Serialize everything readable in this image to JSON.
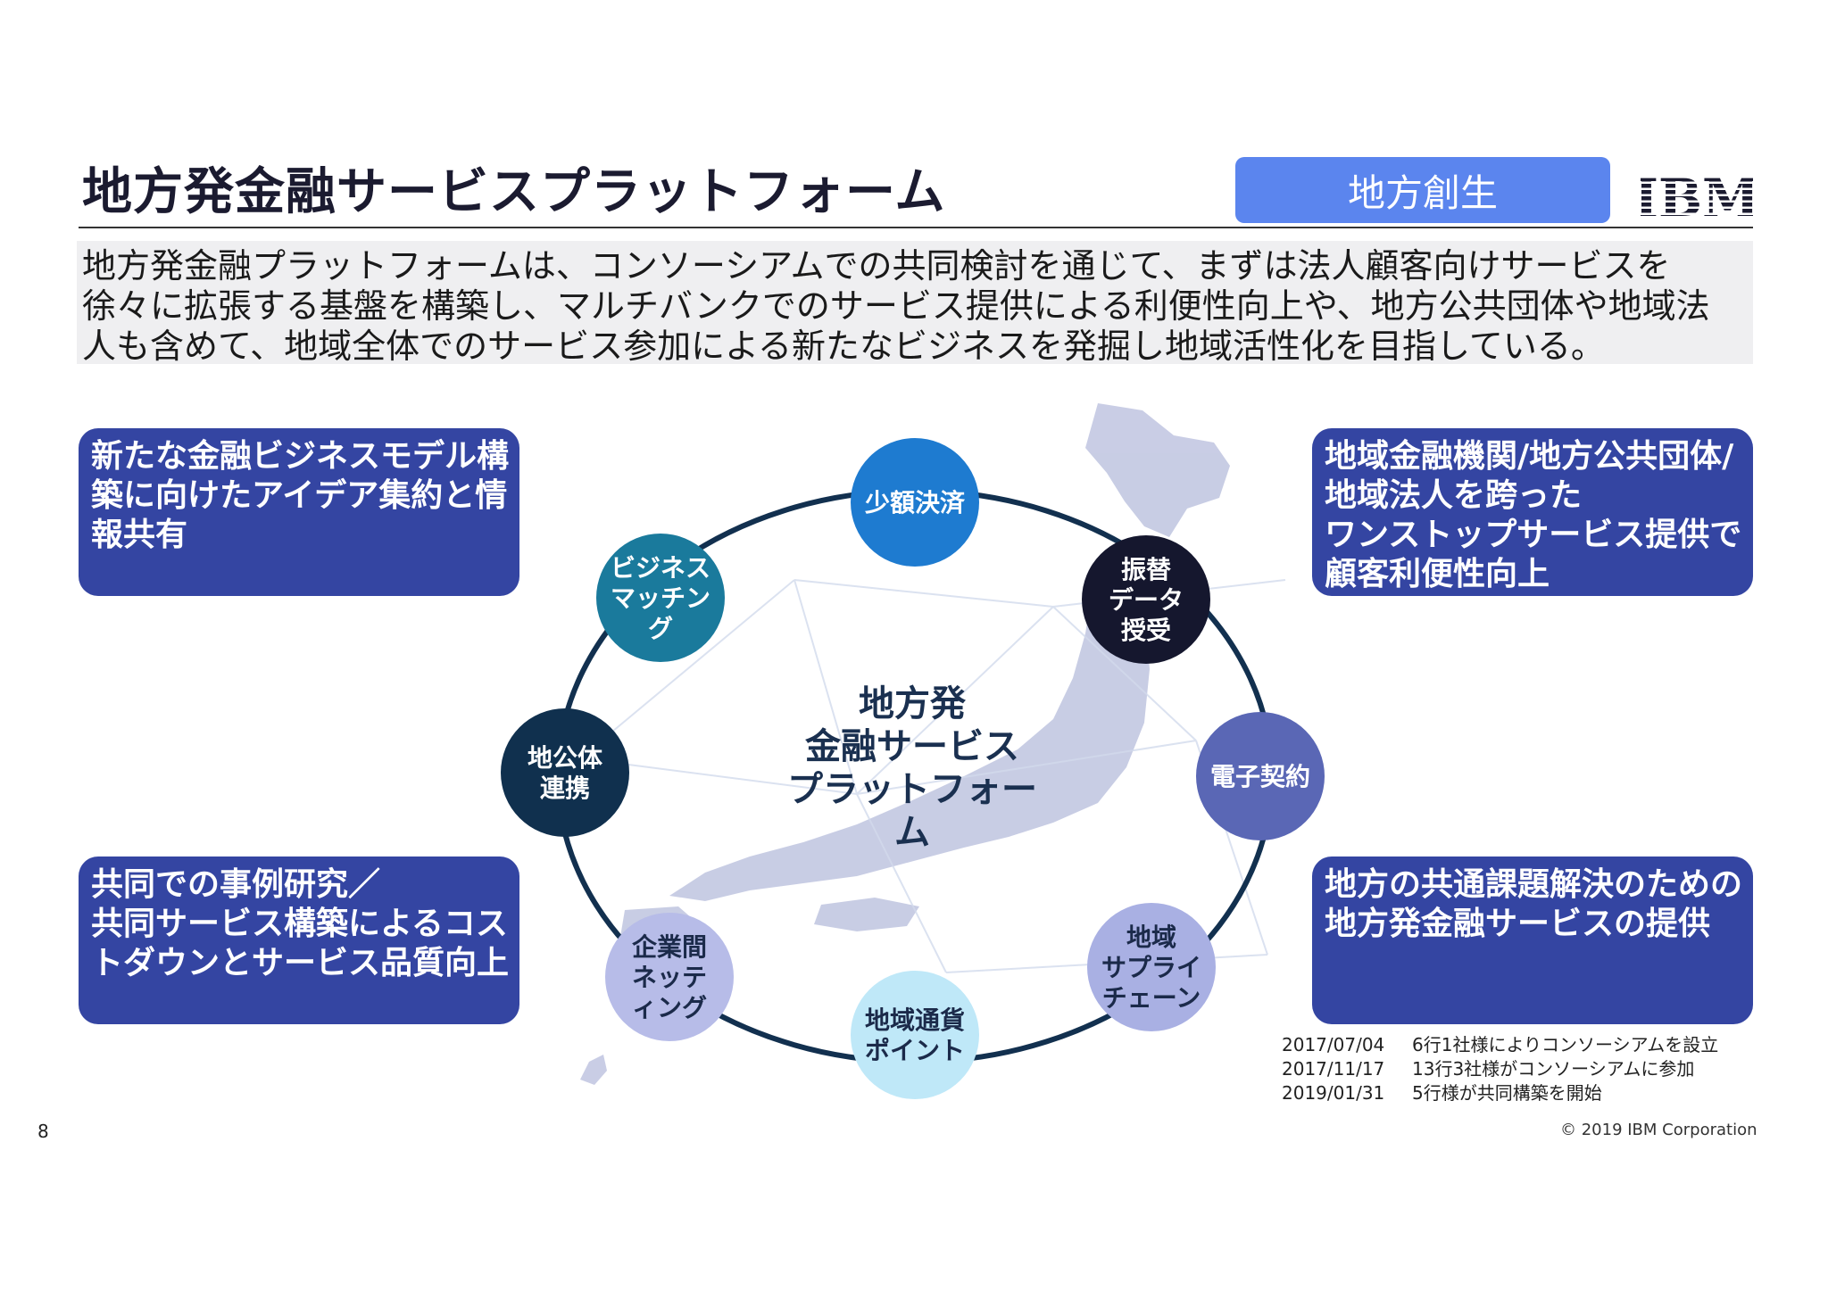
{
  "slide": {
    "title": "地方発金融サービスプラットフォーム",
    "tag": "地方創生",
    "logo": "IBM",
    "intro_lines": [
      "地方発金融プラットフォームは、コンソーシアムでの共同検討を通じて、まずは法人顧客向けサービスを",
      "徐々に拡張する基盤を構築し、マルチバンクでのサービス提供による利便性向上や、地方公共団体や地域法",
      "人も含めて、地域全体でのサービス参加による新たなビジネスを発掘し地域活性化を目指している。"
    ],
    "page_number": "8",
    "copyright": "© 2019 IBM Corporation"
  },
  "boxes": {
    "top_left": [
      "新たな金融ビジネスモデル構",
      "築に向けたアイデア集約と情",
      "報共有"
    ],
    "bottom_left": [
      "共同での事例研究／",
      "共同サービス構築によるコス",
      "トダウンとサービス品質向上"
    ],
    "top_right": [
      "地域金融機関/地方公共団体/",
      "地域法人を跨った",
      "ワンストップサービス提供で",
      "顧客利便性向上"
    ],
    "bottom_right": [
      "地方の共通課題解決のための",
      "地方発金融サービスの提供"
    ]
  },
  "diagram": {
    "center": [
      "地方発",
      "金融サービス",
      "プラットフォー",
      "ム"
    ],
    "nodes": [
      {
        "lines": [
          "少額決済"
        ],
        "color": "#1e7bd0"
      },
      {
        "lines": [
          "振替",
          "データ",
          "授受"
        ],
        "color": "#15172e"
      },
      {
        "lines": [
          "電子契約"
        ],
        "color": "#5a67b5"
      },
      {
        "lines": [
          "地域",
          "サプライ",
          "チェーン"
        ],
        "color": "#a9b0e3"
      },
      {
        "lines": [
          "地域通貨",
          "ポイント"
        ],
        "color": "#bfe8f8"
      },
      {
        "lines": [
          "企業間",
          "ネッテ",
          "ィング"
        ],
        "color": "#b7bce8"
      },
      {
        "lines": [
          "地公体",
          "連携"
        ],
        "color": "#10304e"
      },
      {
        "lines": [
          "ビジネス",
          "マッチン",
          "グ"
        ],
        "color": "#1a7a9c"
      }
    ],
    "ring_color": "#12304f",
    "map_color": "#c3c8e2"
  },
  "timeline": [
    {
      "date": "2017/07/04",
      "event": "6行1社様によりコンソーシアムを設立"
    },
    {
      "date": "2017/11/17",
      "event": "13行3社様がコンソーシアムに参加"
    },
    {
      "date": "2019/01/31",
      "event": "5行様が共同構築を開始"
    }
  ]
}
